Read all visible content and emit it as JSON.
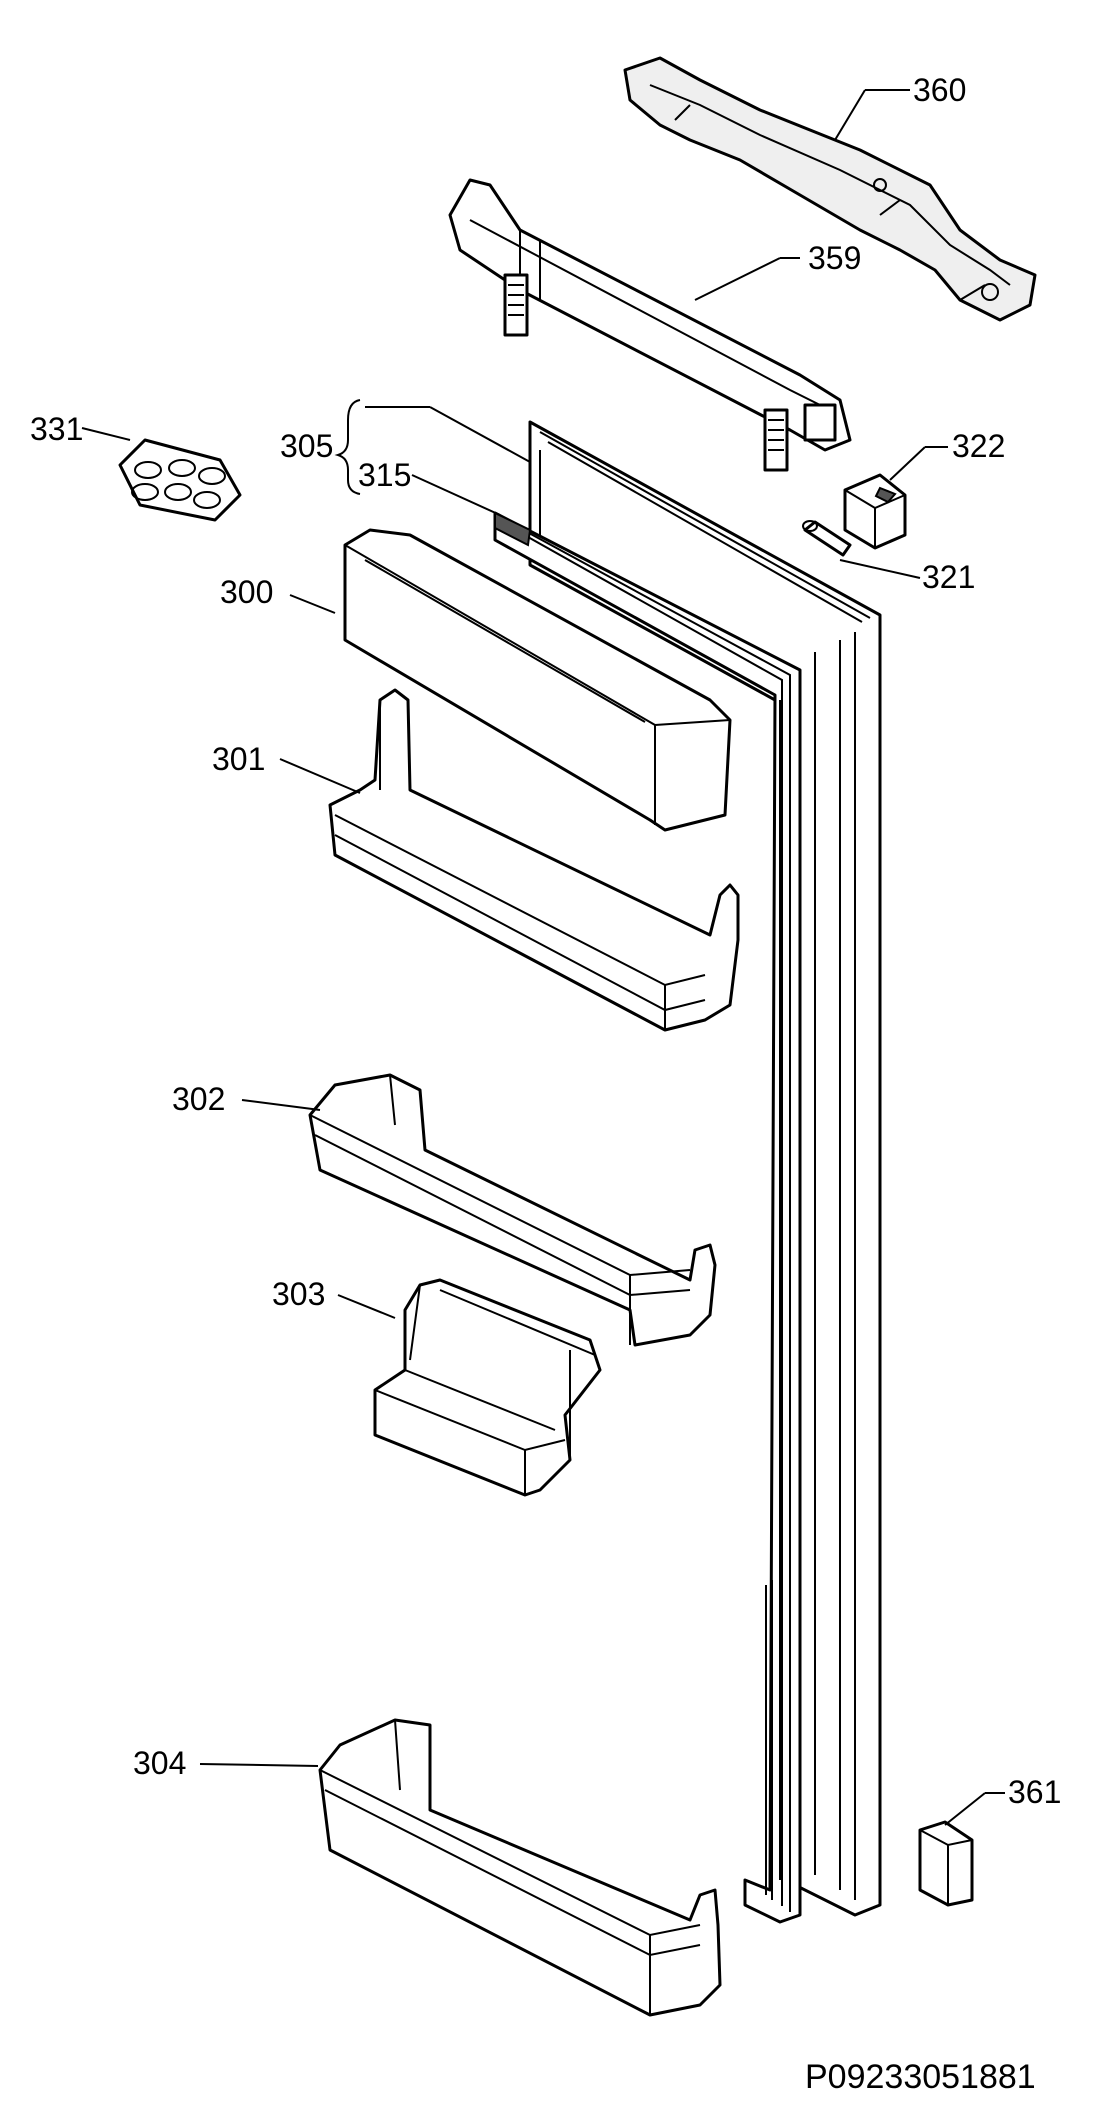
{
  "callouts": {
    "c360": "360",
    "c359": "359",
    "c331": "331",
    "c305": "305",
    "c315": "315",
    "c322": "322",
    "c321": "321",
    "c300": "300",
    "c301": "301",
    "c302": "302",
    "c303": "303",
    "c304": "304",
    "c361": "361"
  },
  "drawing_code": "P09233051881"
}
